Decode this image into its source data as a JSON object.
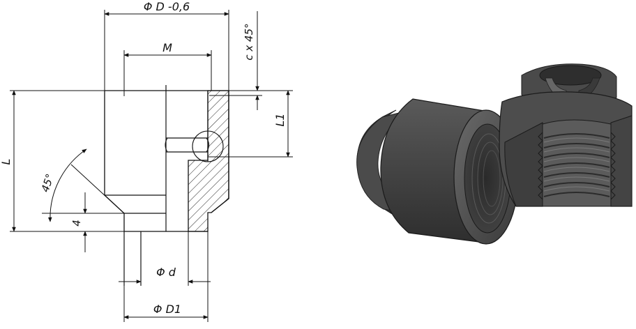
{
  "drawing": {
    "dim_D": "Φ D -0,6",
    "dim_M": "M",
    "dim_chamfer": "c x 45°",
    "dim_L": "L",
    "dim_L1": "L1",
    "dim_angle": "45°",
    "dim_4": "4",
    "dim_d": "Φ d",
    "dim_D1": "Φ D1"
  },
  "colors": {
    "line": "#111111",
    "hatch": "#222222",
    "model_dark": "#3e3e3e",
    "model_mid": "#565656",
    "model_light": "#6e6e6e"
  }
}
